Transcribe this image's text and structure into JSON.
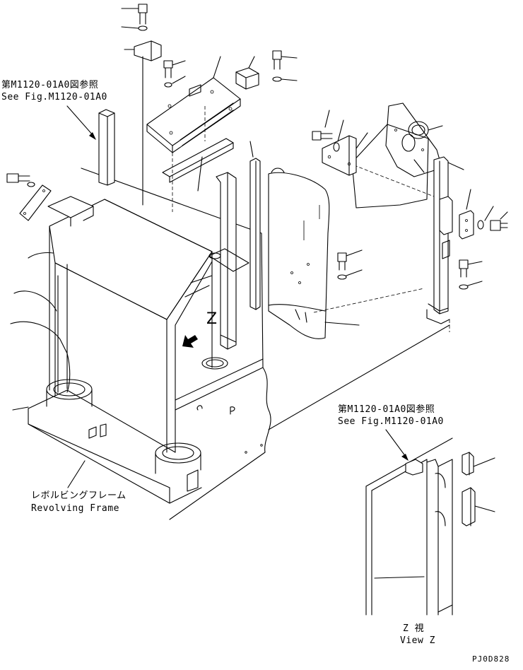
{
  "labels": {
    "ref_top_jp": "第M1120-01A0図参照",
    "ref_top_en": "See Fig.M1120-01A0",
    "ref_mid_jp": "第M1120-01A0図参照",
    "ref_mid_en": "See Fig.M1120-01A0",
    "frame_jp": "レボルビングフレーム",
    "frame_en": "Revolving Frame",
    "view_marker": "Z",
    "view_jp": "Z 視",
    "view_en": "View Z",
    "drawing_code": "PJ0D828"
  }
}
